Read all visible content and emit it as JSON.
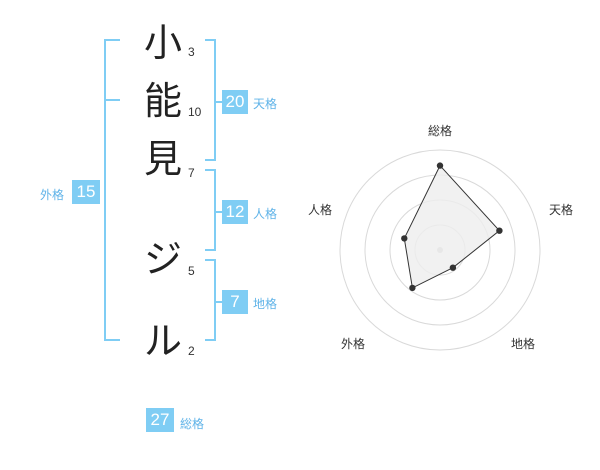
{
  "name_chars": [
    {
      "char": "小",
      "strokes": "3"
    },
    {
      "char": "能",
      "strokes": "10"
    },
    {
      "char": "見",
      "strokes": "7"
    },
    {
      "char": "ジ",
      "strokes": "5"
    },
    {
      "char": "ル",
      "strokes": "2"
    }
  ],
  "scores": {
    "tenkaku": {
      "value": "20",
      "label": "天格"
    },
    "jinkaku": {
      "value": "12",
      "label": "人格"
    },
    "chikaku": {
      "value": "7",
      "label": "地格"
    },
    "gaikaku": {
      "value": "15",
      "label": "外格"
    },
    "soukaku": {
      "value": "27",
      "label": "総格"
    }
  },
  "chart_data": {
    "type": "radar",
    "axes": [
      "総格",
      "天格",
      "地格",
      "外格",
      "人格"
    ],
    "values": [
      27,
      20,
      7,
      15,
      12
    ],
    "rings": 4,
    "colors": {
      "accent": "#7fcdf4",
      "bracket": "#7fcdf4",
      "label": "#5fb3e8",
      "ring": "#d9d9d9",
      "fill": "#eeeeee",
      "line": "#333333"
    }
  }
}
